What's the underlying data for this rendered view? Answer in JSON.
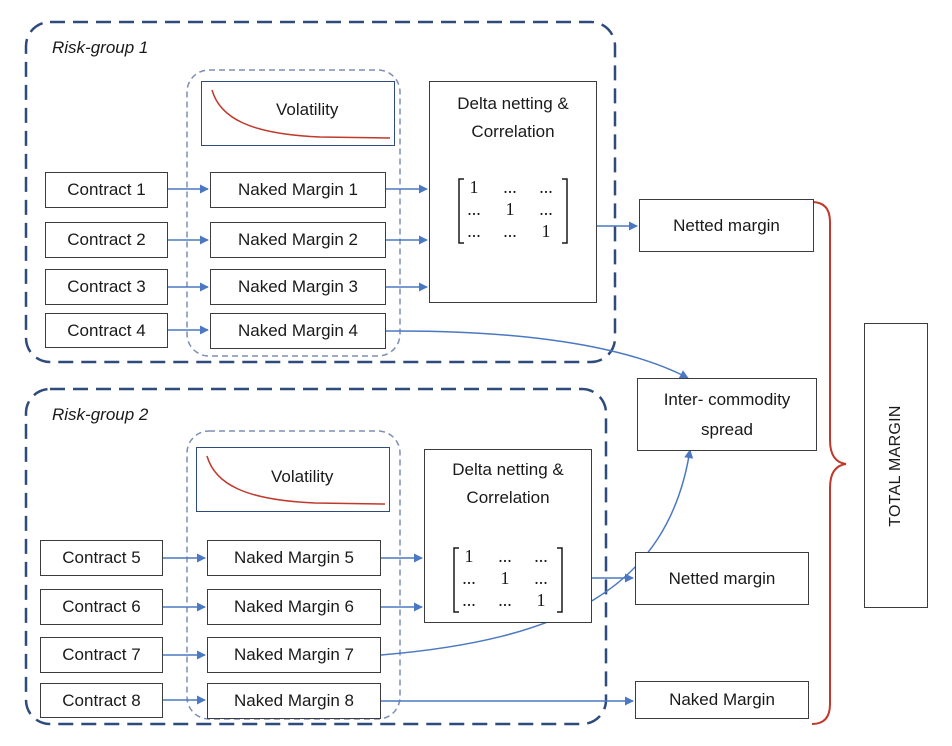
{
  "risk_groups": [
    {
      "title": "Risk-group 1",
      "volatility": "Volatility",
      "contracts": [
        "Contract 1",
        "Contract 2",
        "Contract 3",
        "Contract 4"
      ],
      "naked_margins": [
        "Naked Margin 1",
        "Naked Margin 2",
        "Naked Margin 3",
        "Naked Margin 4"
      ],
      "delta_netting": [
        "Delta netting &",
        "Correlation"
      ],
      "matrix": [
        [
          "1",
          "...",
          "..."
        ],
        [
          "...",
          "1",
          "..."
        ],
        [
          "...",
          "...",
          "1"
        ]
      ]
    },
    {
      "title": "Risk-group 2",
      "volatility": "Volatility",
      "contracts": [
        "Contract 5",
        "Contract 6",
        "Contract 7",
        "Contract 8"
      ],
      "naked_margins": [
        "Naked Margin 5",
        "Naked Margin 6",
        "Naked Margin 7",
        "Naked Margin 8"
      ],
      "delta_netting": [
        "Delta netting &",
        "Correlation"
      ],
      "matrix": [
        [
          "1",
          "...",
          "..."
        ],
        [
          "...",
          "1",
          "..."
        ],
        [
          "...",
          "...",
          "1"
        ]
      ]
    }
  ],
  "outputs": {
    "netted_margin_1": "Netted margin",
    "inter_commodity_spread": [
      "Inter- commodity",
      "spread"
    ],
    "netted_margin_2": "Netted margin",
    "naked_margin": "Naked Margin"
  },
  "total_margin": "TOTAL MARGIN",
  "colors": {
    "group_border": "#2f4b7c",
    "inner_border": "#7d8fb3",
    "arrow": "#4a78c2",
    "volatility_curve": "#c0392b",
    "brace": "#c0392b",
    "box_border": "#3c3c3c"
  }
}
